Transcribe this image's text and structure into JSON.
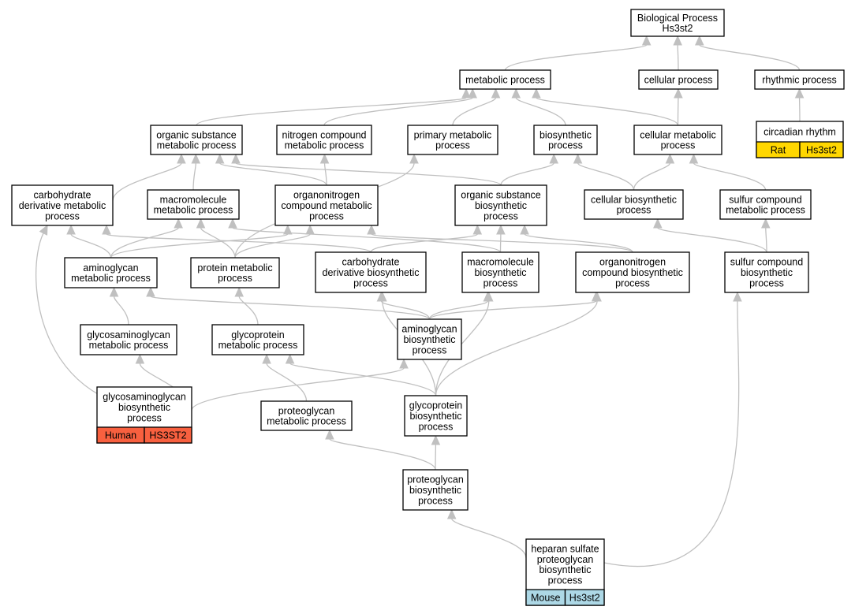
{
  "nodes": {
    "bp": {
      "label": [
        "Biological Process",
        "Hs3st2"
      ]
    },
    "metabolic": {
      "label": [
        "metabolic process"
      ]
    },
    "cellular": {
      "label": [
        "cellular process"
      ]
    },
    "rhythmic": {
      "label": [
        "rhythmic process"
      ]
    },
    "circadian": {
      "label": [
        "circadian rhythm"
      ],
      "species": {
        "name": "Rat",
        "gene": "Hs3st2",
        "color": "#FFD700"
      }
    },
    "organic_sub_met": {
      "label": [
        "organic substance",
        "metabolic process"
      ]
    },
    "nitrogen_met": {
      "label": [
        "nitrogen compound",
        "metabolic process"
      ]
    },
    "primary_met": {
      "label": [
        "primary metabolic",
        "process"
      ]
    },
    "biosynthetic": {
      "label": [
        "biosynthetic",
        "process"
      ]
    },
    "cellular_met": {
      "label": [
        "cellular metabolic",
        "process"
      ]
    },
    "carb_deriv_met": {
      "label": [
        "carbohydrate",
        "derivative metabolic",
        "process"
      ]
    },
    "macromol_met": {
      "label": [
        "macromolecule",
        "metabolic process"
      ]
    },
    "organonitrogen_met": {
      "label": [
        "organonitrogen",
        "compound metabolic",
        "process"
      ]
    },
    "organic_sub_bios": {
      "label": [
        "organic substance",
        "biosynthetic",
        "process"
      ]
    },
    "cellular_bios": {
      "label": [
        "cellular biosynthetic",
        "process"
      ]
    },
    "sulfur_met": {
      "label": [
        "sulfur compound",
        "metabolic process"
      ]
    },
    "aminoglycan_met": {
      "label": [
        "aminoglycan",
        "metabolic process"
      ]
    },
    "protein_met": {
      "label": [
        "protein metabolic",
        "process"
      ]
    },
    "carb_deriv_bios": {
      "label": [
        "carbohydrate",
        "derivative biosynthetic",
        "process"
      ]
    },
    "macromol_bios": {
      "label": [
        "macromolecule",
        "biosynthetic",
        "process"
      ]
    },
    "organonitrogen_bios": {
      "label": [
        "organonitrogen",
        "compound biosynthetic",
        "process"
      ]
    },
    "sulfur_bios": {
      "label": [
        "sulfur compound",
        "biosynthetic",
        "process"
      ]
    },
    "gag_met": {
      "label": [
        "glycosaminoglycan",
        "metabolic process"
      ]
    },
    "glycoprotein_met": {
      "label": [
        "glycoprotein",
        "metabolic process"
      ]
    },
    "aminoglycan_bios": {
      "label": [
        "aminoglycan",
        "biosynthetic",
        "process"
      ]
    },
    "gag_bios": {
      "label": [
        "glycosaminoglycan",
        "biosynthetic",
        "process"
      ],
      "species": {
        "name": "Human",
        "gene": "HS3ST2",
        "color": "#F8603F"
      }
    },
    "proteoglycan_met": {
      "label": [
        "proteoglycan",
        "metabolic process"
      ]
    },
    "glycoprotein_bios": {
      "label": [
        "glycoprotein",
        "biosynthetic",
        "process"
      ]
    },
    "proteoglycan_bios": {
      "label": [
        "proteoglycan",
        "biosynthetic",
        "process"
      ]
    },
    "heparan": {
      "label": [
        "heparan sulfate",
        "proteoglycan",
        "biosynthetic",
        "process"
      ],
      "species": {
        "name": "Mouse",
        "gene": "Hs3st2",
        "color": "#ADD8E6"
      }
    }
  },
  "edges": [
    [
      "metabolic",
      "bp"
    ],
    [
      "cellular",
      "bp"
    ],
    [
      "rhythmic",
      "bp"
    ],
    [
      "circadian",
      "rhythmic"
    ],
    [
      "organic_sub_met",
      "metabolic"
    ],
    [
      "nitrogen_met",
      "metabolic"
    ],
    [
      "primary_met",
      "metabolic"
    ],
    [
      "biosynthetic",
      "metabolic"
    ],
    [
      "cellular_met",
      "metabolic"
    ],
    [
      "cellular_met",
      "cellular"
    ],
    [
      "carb_deriv_met",
      "organic_sub_met"
    ],
    [
      "macromol_met",
      "organic_sub_met"
    ],
    [
      "organonitrogen_met",
      "organic_sub_met"
    ],
    [
      "organic_sub_bios",
      "organic_sub_met"
    ],
    [
      "organonitrogen_met",
      "nitrogen_met"
    ],
    [
      "protein_met",
      "primary_met"
    ],
    [
      "organic_sub_bios",
      "biosynthetic"
    ],
    [
      "cellular_bios",
      "biosynthetic"
    ],
    [
      "cellular_bios",
      "cellular_met"
    ],
    [
      "sulfur_met",
      "cellular_met"
    ],
    [
      "aminoglycan_met",
      "carb_deriv_met"
    ],
    [
      "carb_deriv_bios",
      "carb_deriv_met"
    ],
    [
      "aminoglycan_met",
      "macromol_met"
    ],
    [
      "protein_met",
      "macromol_met"
    ],
    [
      "macromol_bios",
      "macromol_met"
    ],
    [
      "aminoglycan_met",
      "organonitrogen_met"
    ],
    [
      "protein_met",
      "organonitrogen_met"
    ],
    [
      "organonitrogen_bios",
      "organonitrogen_met"
    ],
    [
      "carb_deriv_bios",
      "organic_sub_bios"
    ],
    [
      "macromol_bios",
      "organic_sub_bios"
    ],
    [
      "organonitrogen_bios",
      "organic_sub_bios"
    ],
    [
      "sulfur_bios",
      "cellular_bios"
    ],
    [
      "sulfur_bios",
      "sulfur_met"
    ],
    [
      "gag_met",
      "aminoglycan_met"
    ],
    [
      "aminoglycan_bios",
      "aminoglycan_met"
    ],
    [
      "glycoprotein_met",
      "protein_met"
    ],
    [
      "aminoglycan_bios",
      "carb_deriv_bios"
    ],
    [
      "aminoglycan_bios",
      "macromol_bios"
    ],
    [
      "aminoglycan_bios",
      "organonitrogen_bios"
    ],
    [
      "glycoprotein_bios",
      "carb_deriv_bios"
    ],
    [
      "glycoprotein_bios",
      "macromol_bios"
    ],
    [
      "glycoprotein_bios",
      "organonitrogen_bios"
    ],
    [
      "glycoprotein_bios",
      "glycoprotein_met"
    ],
    [
      "gag_bios",
      "gag_met"
    ],
    [
      "gag_bios",
      "aminoglycan_bios"
    ],
    [
      "gag_bios",
      "carb_deriv_met"
    ],
    [
      "proteoglycan_met",
      "glycoprotein_met"
    ],
    [
      "proteoglycan_bios",
      "proteoglycan_met"
    ],
    [
      "proteoglycan_bios",
      "glycoprotein_bios"
    ],
    [
      "heparan",
      "proteoglycan_bios"
    ],
    [
      "heparan",
      "sulfur_bios"
    ]
  ]
}
